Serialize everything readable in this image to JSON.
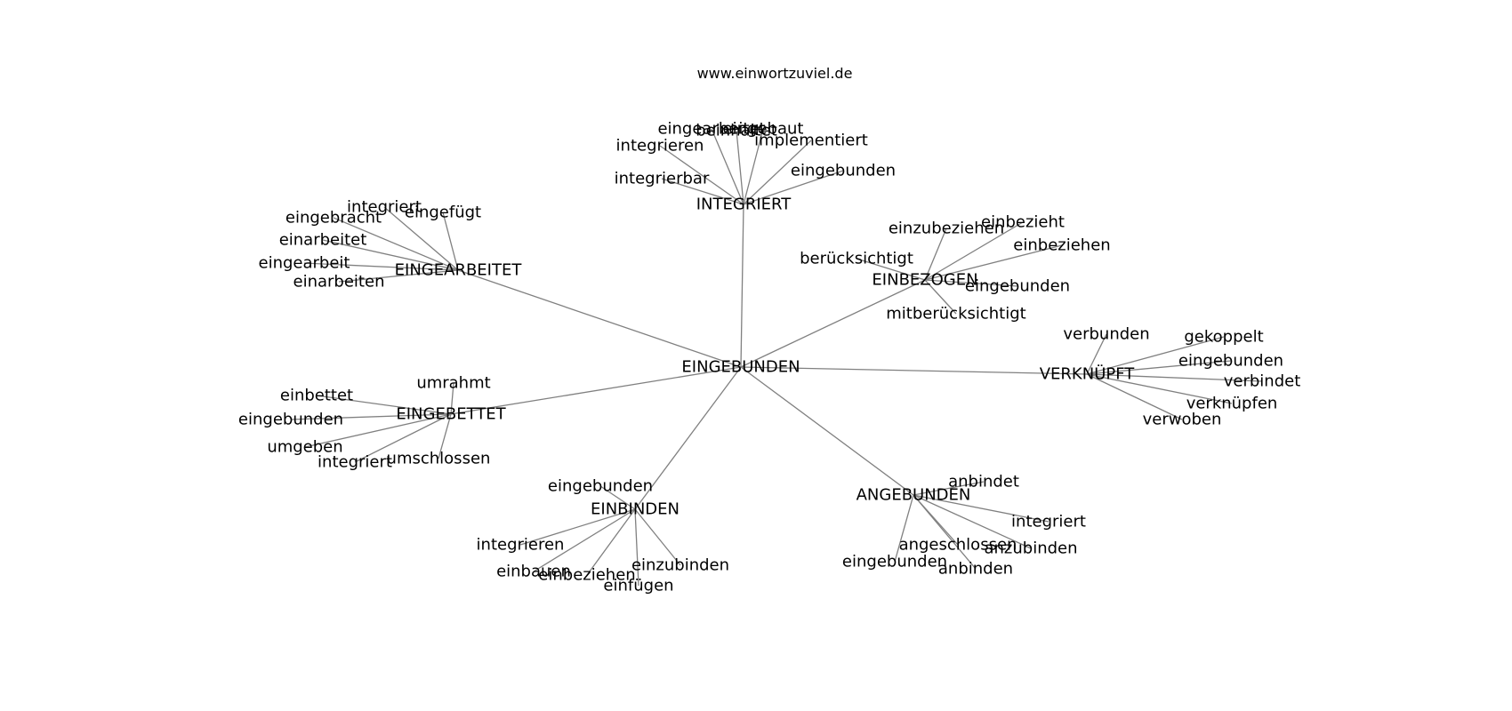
{
  "source": "www.einwortzuviel.de",
  "center": "EINGEBUNDEN",
  "clusters": [
    {
      "hub": "INTEGRIERT",
      "leaves": [
        "eingearbeitet",
        "eingebaut",
        "beinhaltet",
        "implementiert",
        "integrieren",
        "integrierbar",
        "eingebunden"
      ]
    },
    {
      "hub": "EINGEARBEITET",
      "leaves": [
        "integriert",
        "eingefügt",
        "eingebracht",
        "einarbeitet",
        "eingearbeit",
        "einarbeiten"
      ]
    },
    {
      "hub": "EINBEZOGEN",
      "leaves": [
        "einzubeziehen",
        "einbezieht",
        "einbeziehen",
        "berücksichtigt",
        "eingebunden",
        "mitberücksichtigt"
      ]
    },
    {
      "hub": "VERKNÜPFT",
      "leaves": [
        "verbunden",
        "gekoppelt",
        "eingebunden",
        "verbindet",
        "verknüpfen",
        "verwoben"
      ]
    },
    {
      "hub": "EINGEBETTET",
      "leaves": [
        "umrahmt",
        "einbettet",
        "eingebunden",
        "umgeben",
        "integriert",
        "umschlossen"
      ]
    },
    {
      "hub": "EINBINDEN",
      "leaves": [
        "eingebunden",
        "integrieren",
        "einbauen",
        "einbeziehen",
        "einfügen",
        "einzubinden"
      ]
    },
    {
      "hub": "ANGEBUNDEN",
      "leaves": [
        "anbindet",
        "integriert",
        "angeschlossen",
        "anzubinden",
        "eingebunden",
        "anbinden"
      ]
    }
  ]
}
